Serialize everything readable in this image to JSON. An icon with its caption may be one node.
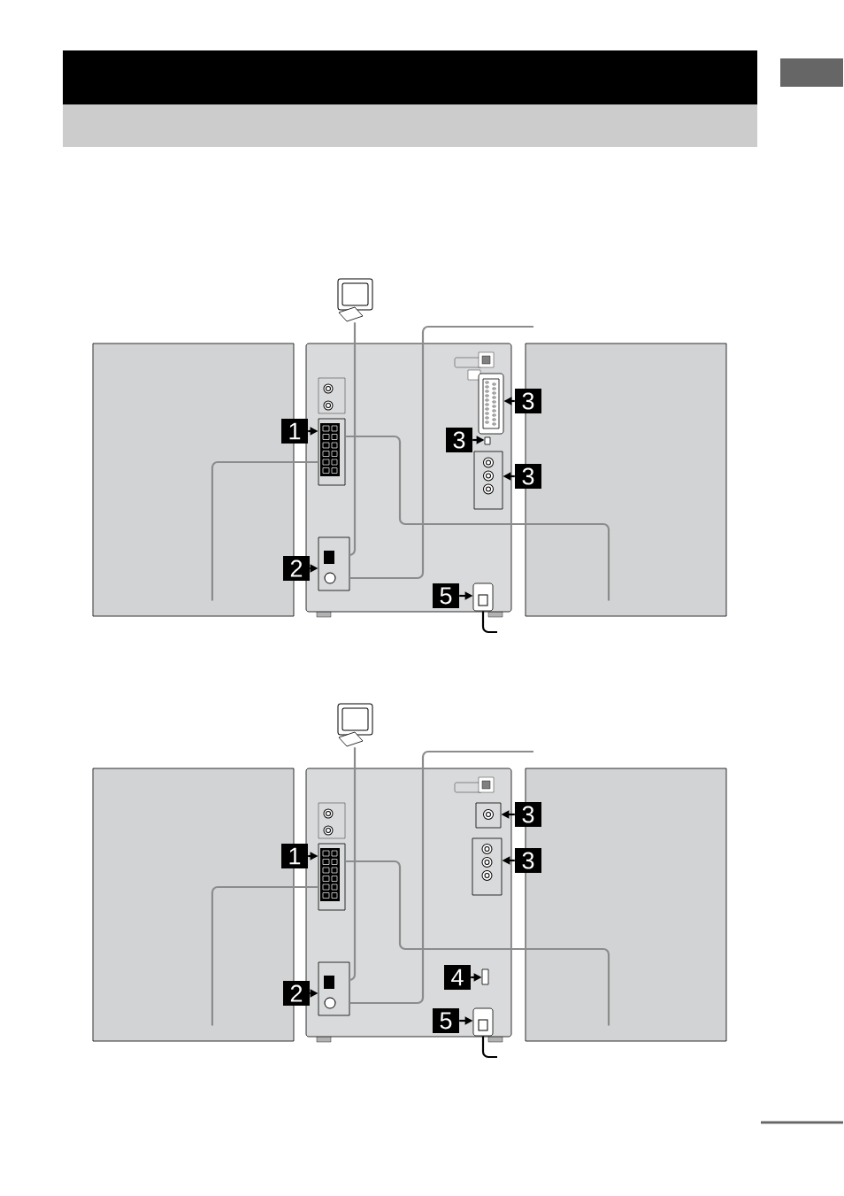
{
  "diagram": {
    "nodes": [
      {
        "text": [],
        "shape": "antenna"
      },
      {
        "text": [],
        "shape": "box"
      },
      {
        "text": [],
        "shape": "box"
      },
      {
        "text": [],
        "shape": "box"
      },
      {
        "text": [],
        "shape": "box",
        "in": 2
      },
      {
        "text": [],
        "shape": "box",
        "in": 2
      },
      {
        "text": [],
        "shape": "box",
        "in": 2
      },
      {
        "text": [],
        "shape": "box",
        "in": 2
      },
      {
        "text": [],
        "shape": "box",
        "in": 2
      },
      {
        "text": [],
        "shape": "box",
        "in": 2
      },
      {
        "text": [
          "3"
        ]
      },
      {
        "text": [
          "1"
        ]
      },
      {
        "text": [
          "3"
        ],
        "in": 2
      },
      {
        "text": [
          "3"
        ]
      },
      {
        "text": [
          "2"
        ]
      },
      {
        "text": [
          "5"
        ],
        "in": 2
      },
      {
        "text": [],
        "shape": "antenna"
      },
      {
        "text": [],
        "shape": "box"
      },
      {
        "text": [],
        "shape": "box"
      },
      {
        "text": [],
        "shape": "box"
      },
      {
        "text": [],
        "shape": "box",
        "in": 18
      },
      {
        "text": [],
        "shape": "box",
        "in": 18
      },
      {
        "text": [],
        "shape": "box",
        "in": 18
      },
      {
        "text": [],
        "shape": "box",
        "in": 18
      },
      {
        "text": [],
        "shape": "box",
        "in": 18
      },
      {
        "text": [],
        "shape": "box",
        "in": 18
      },
      {
        "text": [
          "3"
        ]
      },
      {
        "text": [
          "1"
        ]
      },
      {
        "text": [
          "3"
        ]
      },
      {
        "text": [
          "4"
        ],
        "in": 18
      },
      {
        "text": [
          "2"
        ]
      },
      {
        "text": [
          "5"
        ],
        "in": 18
      }
    ],
    "edges": [
      {
        "from": 10,
        "to": 4,
        "arrow": "to",
        "color": "#000000"
      },
      {
        "from": 11,
        "to": 5,
        "arrow": "to",
        "color": "#000000"
      },
      {
        "from": 12,
        "to": 6,
        "arrow": "to",
        "color": "#000000"
      },
      {
        "from": 13,
        "to": 7,
        "arrow": "to",
        "color": "#000000"
      },
      {
        "from": 14,
        "to": 8,
        "arrow": "to",
        "color": "#000000"
      },
      {
        "from": 15,
        "to": 9,
        "arrow": "to",
        "color": "#000000"
      },
      {
        "from": 0,
        "to": 8,
        "arrow": "none",
        "color": "#8c8c8c"
      },
      {
        "from": null,
        "to": 8,
        "arrow": "none",
        "color": "#8c8c8c"
      },
      {
        "from": 1,
        "to": 5,
        "arrow": "none",
        "color": "#8c8c8c"
      },
      {
        "from": 3,
        "to": 5,
        "arrow": "none",
        "color": "#8c8c8c"
      },
      {
        "from": 9,
        "to": null,
        "arrow": "none",
        "color": "#000000"
      },
      {
        "from": 26,
        "to": 20,
        "arrow": "to",
        "color": "#000000"
      },
      {
        "from": 27,
        "to": 22,
        "arrow": "to",
        "color": "#000000"
      },
      {
        "from": 28,
        "to": 21,
        "arrow": "to",
        "color": "#000000"
      },
      {
        "from": 29,
        "to": 24,
        "arrow": "to",
        "color": "#000000"
      },
      {
        "from": 30,
        "to": 23,
        "arrow": "to",
        "color": "#000000"
      },
      {
        "from": 31,
        "to": 25,
        "arrow": "to",
        "color": "#000000"
      },
      {
        "from": 16,
        "to": 23,
        "arrow": "none",
        "color": "#8c8c8c"
      },
      {
        "from": null,
        "to": 23,
        "arrow": "none",
        "color": "#8c8c8c"
      },
      {
        "from": 17,
        "to": 22,
        "arrow": "none",
        "color": "#8c8c8c"
      },
      {
        "from": 19,
        "to": 22,
        "arrow": "none",
        "color": "#8c8c8c"
      },
      {
        "from": 25,
        "to": null,
        "arrow": "none",
        "color": "#000000"
      }
    ]
  }
}
